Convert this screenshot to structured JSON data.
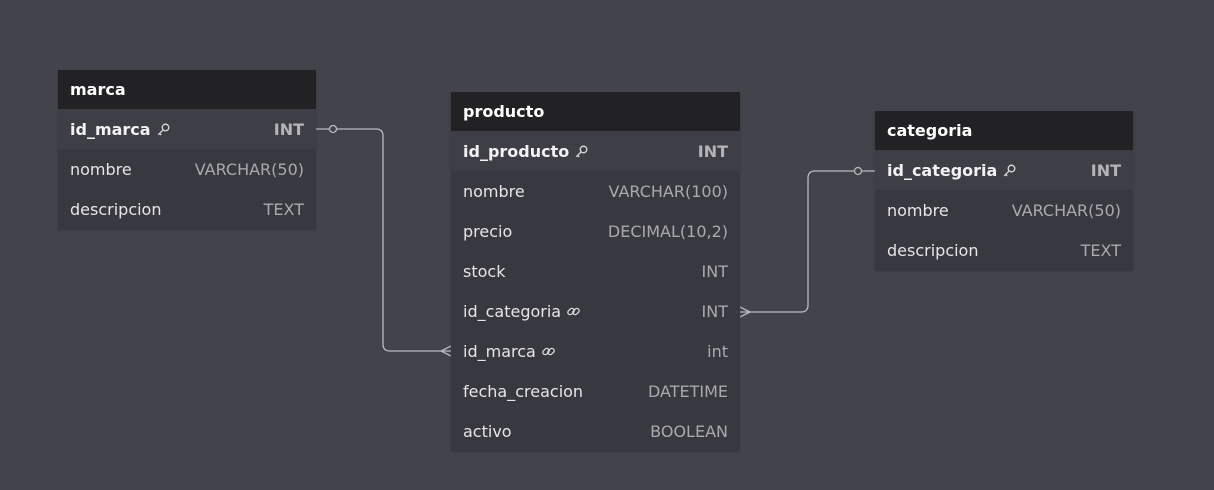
{
  "diagram": {
    "tables": [
      {
        "name": "marca",
        "columns": [
          {
            "name": "id_marca",
            "type": "INT",
            "key": "pk"
          },
          {
            "name": "nombre",
            "type": "VARCHAR(50)",
            "key": ""
          },
          {
            "name": "descripcion",
            "type": "TEXT",
            "key": ""
          }
        ]
      },
      {
        "name": "producto",
        "columns": [
          {
            "name": "id_producto",
            "type": "INT",
            "key": "pk"
          },
          {
            "name": "nombre",
            "type": "VARCHAR(100)",
            "key": ""
          },
          {
            "name": "precio",
            "type": "DECIMAL(10,2)",
            "key": ""
          },
          {
            "name": "stock",
            "type": "INT",
            "key": ""
          },
          {
            "name": "id_categoria",
            "type": "INT",
            "key": "fk"
          },
          {
            "name": "id_marca",
            "type": "int",
            "key": "fk"
          },
          {
            "name": "fecha_creacion",
            "type": "DATETIME",
            "key": ""
          },
          {
            "name": "activo",
            "type": "BOOLEAN",
            "key": ""
          }
        ]
      },
      {
        "name": "categoria",
        "columns": [
          {
            "name": "id_categoria",
            "type": "INT",
            "key": "pk"
          },
          {
            "name": "nombre",
            "type": "VARCHAR(50)",
            "key": ""
          },
          {
            "name": "descripcion",
            "type": "TEXT",
            "key": ""
          }
        ]
      }
    ],
    "relationships": [
      {
        "from_table": "marca",
        "from_column": "id_marca",
        "from_cardinality": "one",
        "to_table": "producto",
        "to_column": "id_marca",
        "to_cardinality": "many"
      },
      {
        "from_table": "categoria",
        "from_column": "id_categoria",
        "from_cardinality": "one",
        "to_table": "producto",
        "to_column": "id_categoria",
        "to_cardinality": "many"
      }
    ]
  },
  "colors": {
    "background": "#43434c",
    "header": "#222224",
    "body": "#383840",
    "connector": "#b9b9be"
  }
}
